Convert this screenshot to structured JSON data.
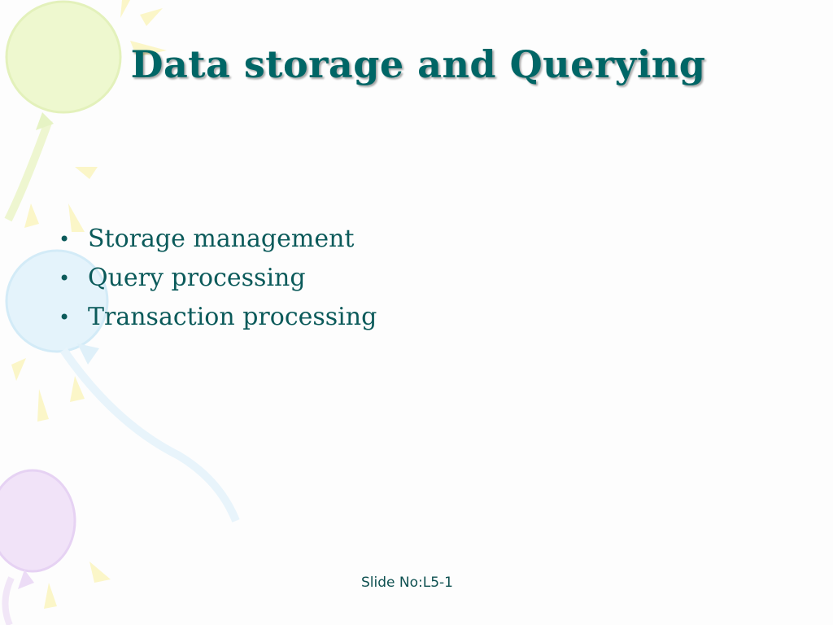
{
  "slide": {
    "title": "Data storage and Querying",
    "bullets": [
      "Storage management",
      "Query processing",
      "Transaction processing"
    ],
    "footer": "Slide No:L5-1"
  },
  "theme": {
    "title_color": "#006666",
    "body_color": "#0b5a5a",
    "decoration": "pastel-balloons-icon"
  }
}
